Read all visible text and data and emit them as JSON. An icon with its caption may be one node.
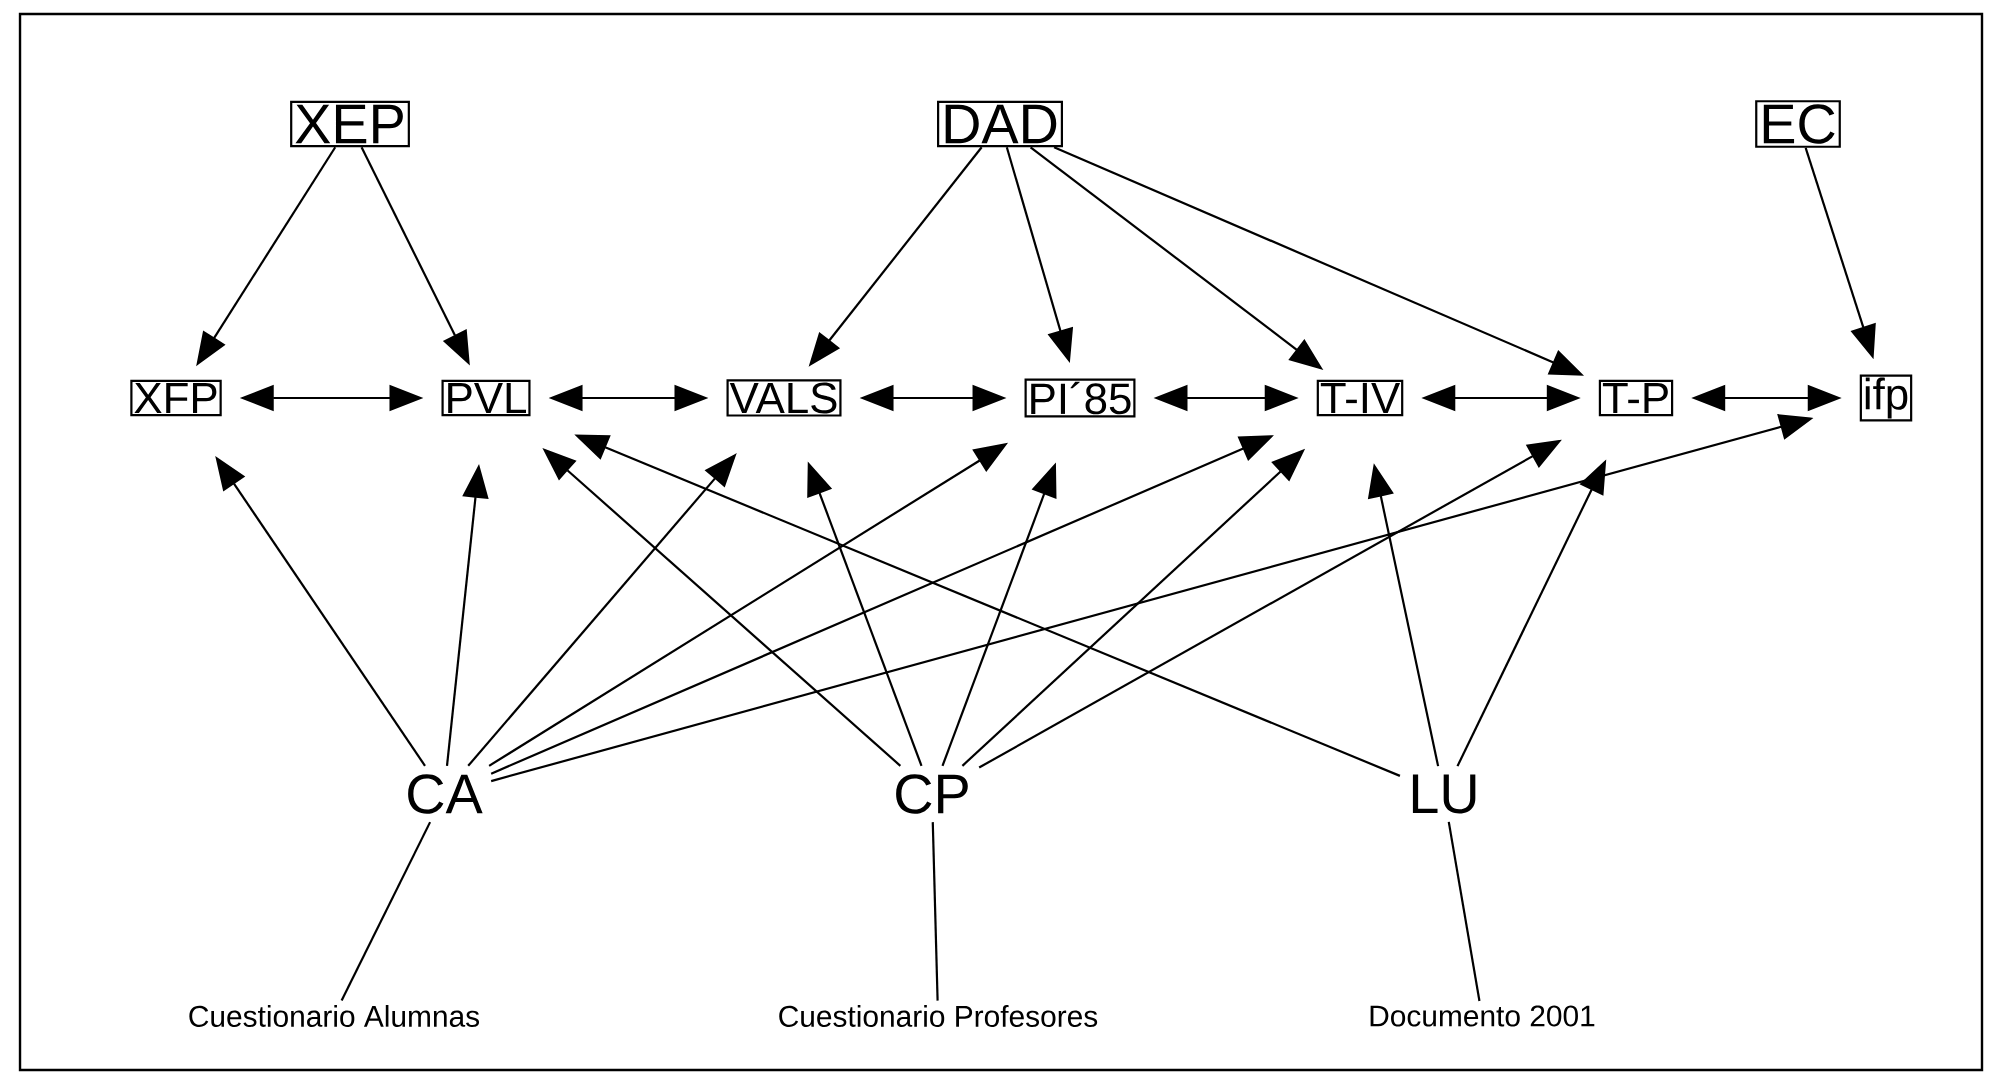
{
  "diagram": {
    "nodes": [
      {
        "text": [
          "XEP"
        ]
      },
      {
        "text": [
          "DAD"
        ]
      },
      {
        "text": [
          "EC"
        ]
      },
      {
        "text": [
          "XFP"
        ]
      },
      {
        "text": [
          "PVL"
        ]
      },
      {
        "text": [
          "VALS"
        ]
      },
      {
        "text": [
          "PI´85"
        ]
      },
      {
        "text": [
          "T-IV"
        ]
      },
      {
        "text": [
          "T-P"
        ]
      },
      {
        "text": [
          "ifp"
        ]
      },
      {
        "text": [
          "CA"
        ]
      },
      {
        "text": [
          "CP"
        ]
      },
      {
        "text": [
          "LU"
        ]
      },
      {
        "text": [
          "Cuestionario Alumnas"
        ]
      },
      {
        "text": [
          "Cuestionario Profesores"
        ]
      },
      {
        "text": [
          "Documento 2001"
        ]
      }
    ],
    "edges": [
      {
        "from": 0,
        "to": 3,
        "arrow": "to"
      },
      {
        "from": 0,
        "to": 4,
        "arrow": "to"
      },
      {
        "from": 1,
        "to": 5,
        "arrow": "to"
      },
      {
        "from": 1,
        "to": 6,
        "arrow": "to"
      },
      {
        "from": 1,
        "to": 7,
        "arrow": "to"
      },
      {
        "from": 1,
        "to": 8,
        "arrow": "to"
      },
      {
        "from": 2,
        "to": 9,
        "arrow": "to"
      },
      {
        "from": 3,
        "to": 4,
        "arrow": "both"
      },
      {
        "from": 4,
        "to": 5,
        "arrow": "both"
      },
      {
        "from": 5,
        "to": 6,
        "arrow": "both"
      },
      {
        "from": 6,
        "to": 7,
        "arrow": "both"
      },
      {
        "from": 7,
        "to": 8,
        "arrow": "both"
      },
      {
        "from": 8,
        "to": 9,
        "arrow": "both"
      },
      {
        "from": 10,
        "to": 3,
        "arrow": "to"
      },
      {
        "from": 10,
        "to": 4,
        "arrow": "to"
      },
      {
        "from": 10,
        "to": 5,
        "arrow": "to"
      },
      {
        "from": 10,
        "to": 6,
        "arrow": "to"
      },
      {
        "from": 10,
        "to": 7,
        "arrow": "to"
      },
      {
        "from": 10,
        "to": 9,
        "arrow": "to"
      },
      {
        "from": 11,
        "to": 4,
        "arrow": "to"
      },
      {
        "from": 11,
        "to": 5,
        "arrow": "to"
      },
      {
        "from": 11,
        "to": 6,
        "arrow": "to"
      },
      {
        "from": 11,
        "to": 7,
        "arrow": "to"
      },
      {
        "from": 11,
        "to": 8,
        "arrow": "to"
      },
      {
        "from": 12,
        "to": 4,
        "arrow": "to"
      },
      {
        "from": 12,
        "to": 7,
        "arrow": "to"
      },
      {
        "from": 12,
        "to": 8,
        "arrow": "to"
      },
      {
        "from": 10,
        "to": 13,
        "arrow": "none"
      },
      {
        "from": 11,
        "to": 14,
        "arrow": "none"
      },
      {
        "from": 12,
        "to": 15,
        "arrow": "none"
      }
    ]
  }
}
